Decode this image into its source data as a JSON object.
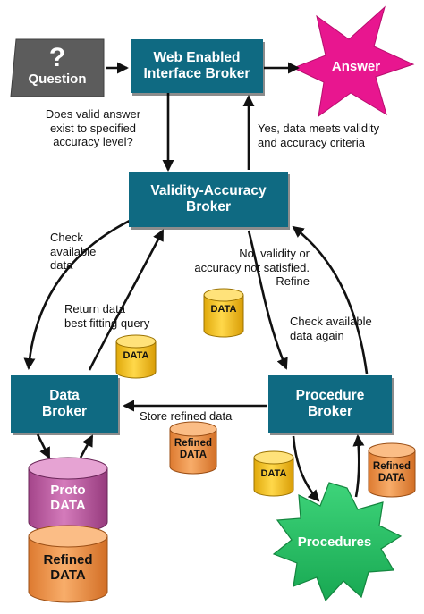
{
  "question": {
    "mark": "?",
    "label": "Question"
  },
  "answer": {
    "label": "Answer"
  },
  "nodes": {
    "web": {
      "line1": "Web Enabled",
      "line2": "Interface Broker"
    },
    "validity": {
      "line1": "Validity-Accuracy",
      "line2": "Broker"
    },
    "data_broker": {
      "line1": "Data",
      "line2": "Broker"
    },
    "procedure_broker": {
      "line1": "Procedure",
      "line2": "Broker"
    },
    "procedures": {
      "label": "Procedures"
    }
  },
  "edge_labels": {
    "does_valid": [
      "Does valid answer",
      "exist to specified",
      "accuracy level?"
    ],
    "yes_data": [
      "Yes, data meets validity",
      "and accuracy criteria"
    ],
    "check_available": [
      "Check",
      "available",
      "data"
    ],
    "no_validity": [
      "No, validity or",
      "accuracy not satisfied.",
      "Refine"
    ],
    "return_data": [
      "Return data",
      "best fitting query"
    ],
    "check_again": [
      "Check available",
      "data again"
    ],
    "store_refined": [
      "Store refined data"
    ]
  },
  "cylinders": {
    "data_small": "DATA",
    "refined_line1": "Refined",
    "refined_line2": "DATA",
    "proto_line1": "Proto",
    "proto_line2": "DATA"
  },
  "colors": {
    "box": "#0f6a82",
    "question": "#5c5c5c",
    "answer": "#e8168f",
    "procedures": "#22bf62",
    "data_cylinder": "#f4c51f",
    "refined_cylinder": "#f0954c",
    "proto_cylinder": "#b9539b"
  }
}
